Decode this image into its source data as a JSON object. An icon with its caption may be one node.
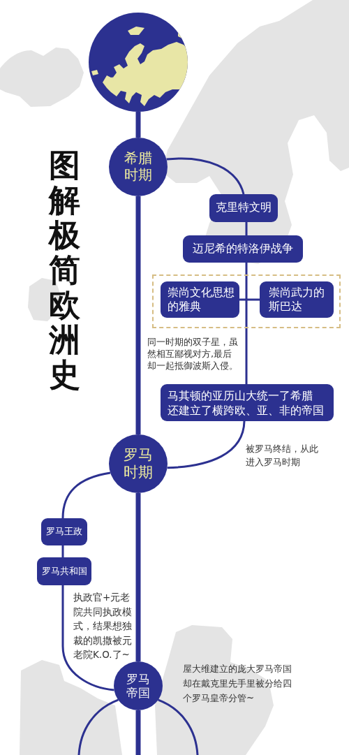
{
  "diagram": {
    "title": "图解极简欧洲史",
    "nodes": [
      {
        "text": [],
        "shape": "picture"
      },
      {
        "text": [
          "希腊时期"
        ]
      },
      {
        "text": [
          "克里特文明"
        ]
      },
      {
        "text": [
          "迈尼希的特洛伊战争"
        ]
      },
      {
        "text": [],
        "shape": "box",
        "beside": [
          "同一时期的双子星，虽然相互鄙视对方,最后却一起抵御波斯入侵。"
        ]
      },
      {
        "text": [
          "崇尚文化思想的雅典"
        ],
        "in": 4
      },
      {
        "text": [
          "崇尚武力的斯巴达"
        ],
        "in": 4
      },
      {
        "text": [
          "马其顿的亚历山大统一了希腊还建立了横跨欧、亚、非的帝国"
        ]
      },
      {
        "text": [
          "罗马时期"
        ]
      },
      {
        "text": [
          "罗马王政"
        ]
      },
      {
        "text": [
          "罗马共和国"
        ]
      },
      {
        "text": [
          "罗马帝国"
        ],
        "beside": [
          "屋大维建立的庞大罗马帝国却在戴克里先手里被分给四个罗马皇帝分管~"
        ]
      }
    ],
    "edges": [
      {
        "from": 0,
        "to": 1,
        "arrow": "none",
        "style": "thick"
      },
      {
        "from": 1,
        "to": 2,
        "arrow": "none"
      },
      {
        "from": 2,
        "to": 3,
        "arrow": "none"
      },
      {
        "from": 3,
        "to": 7,
        "arrow": "none"
      },
      {
        "from": 5,
        "to": 6,
        "arrow": "none"
      },
      {
        "from": 7,
        "to": 8,
        "arrow": "none",
        "label": "被罗马终结，从此进入罗马时期"
      },
      {
        "from": 1,
        "to": 8,
        "arrow": "none",
        "style": "thick"
      },
      {
        "from": 8,
        "to": 9,
        "arrow": "none"
      },
      {
        "from": 9,
        "to": 10,
        "arrow": "none"
      },
      {
        "from": 10,
        "to": 11,
        "arrow": "none",
        "label": "执政官+元老院共同执政模式，结果想独裁的凯撒被元老院K.O.了~"
      },
      {
        "from": 8,
        "to": 11,
        "arrow": "none",
        "style": "thick"
      },
      {
        "from": 11,
        "to": null,
        "arrow": "none",
        "style": "thick"
      },
      {
        "from": 11,
        "to": null,
        "arrow": "none"
      },
      {
        "from": 11,
        "to": null,
        "arrow": "none"
      }
    ]
  }
}
